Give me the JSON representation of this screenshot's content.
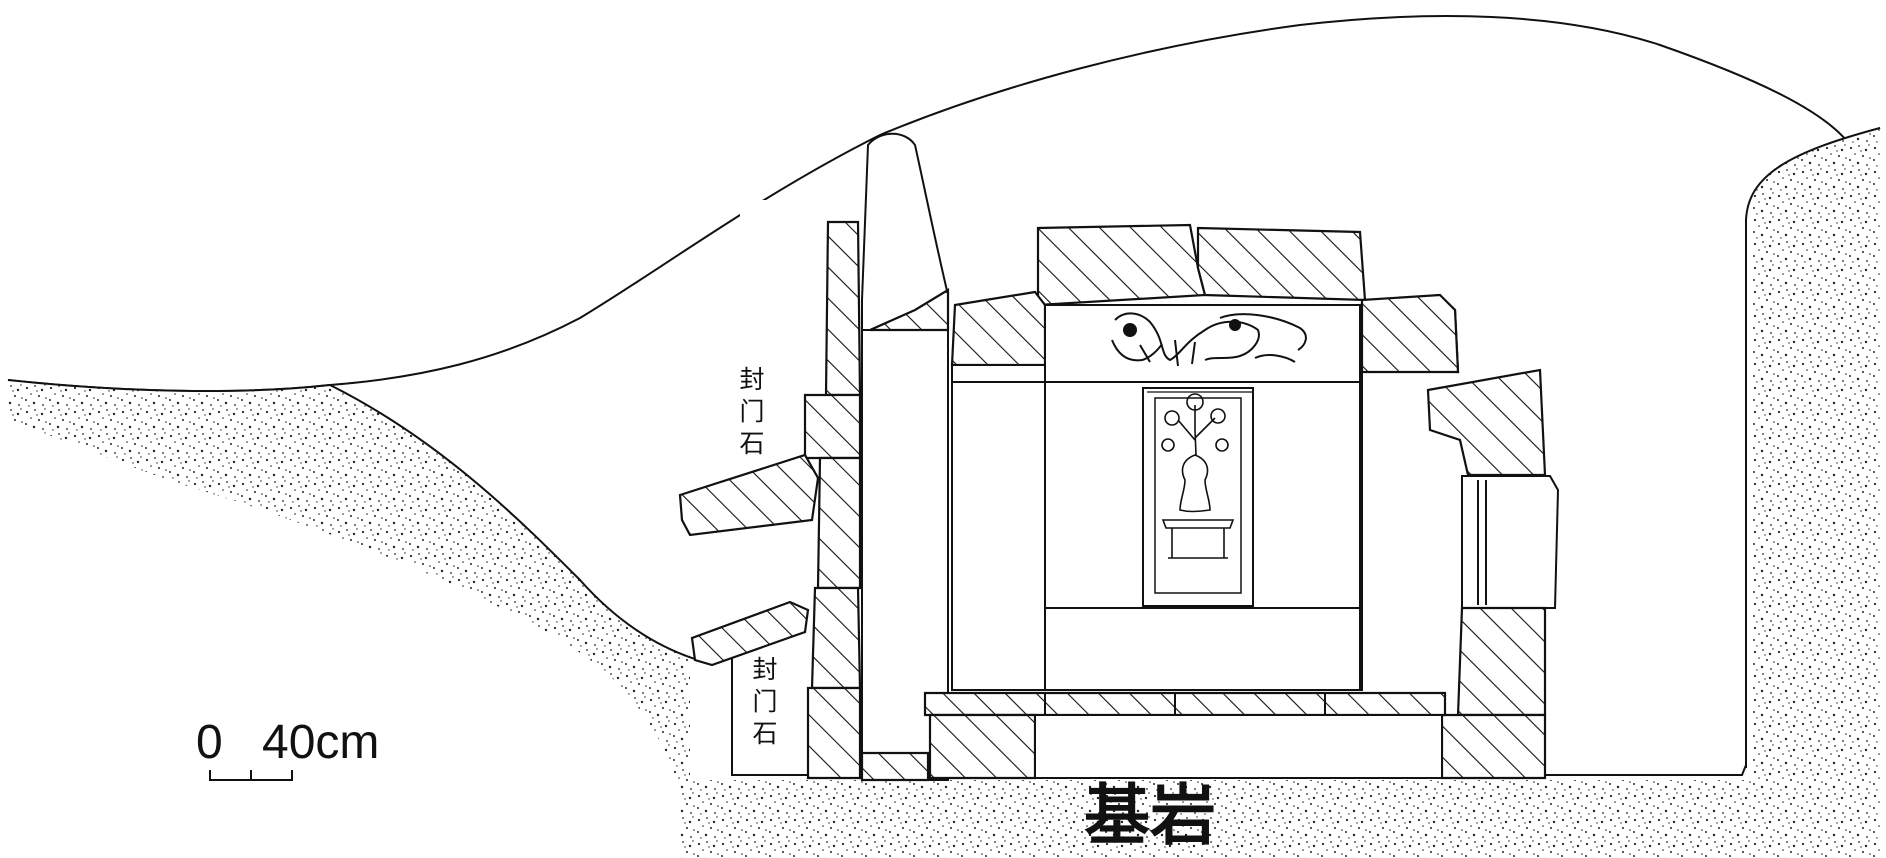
{
  "labels": {
    "upper_door_stone": "封门石",
    "lower_door_stone": "封门石",
    "bedrock": "基岩"
  },
  "scale_bar": {
    "start": "0",
    "end": "40cm"
  },
  "colors": {
    "line": "#111111",
    "background": "#ffffff"
  },
  "icons": [
    "horse-relief-icon",
    "flower-vase-relief-icon"
  ]
}
